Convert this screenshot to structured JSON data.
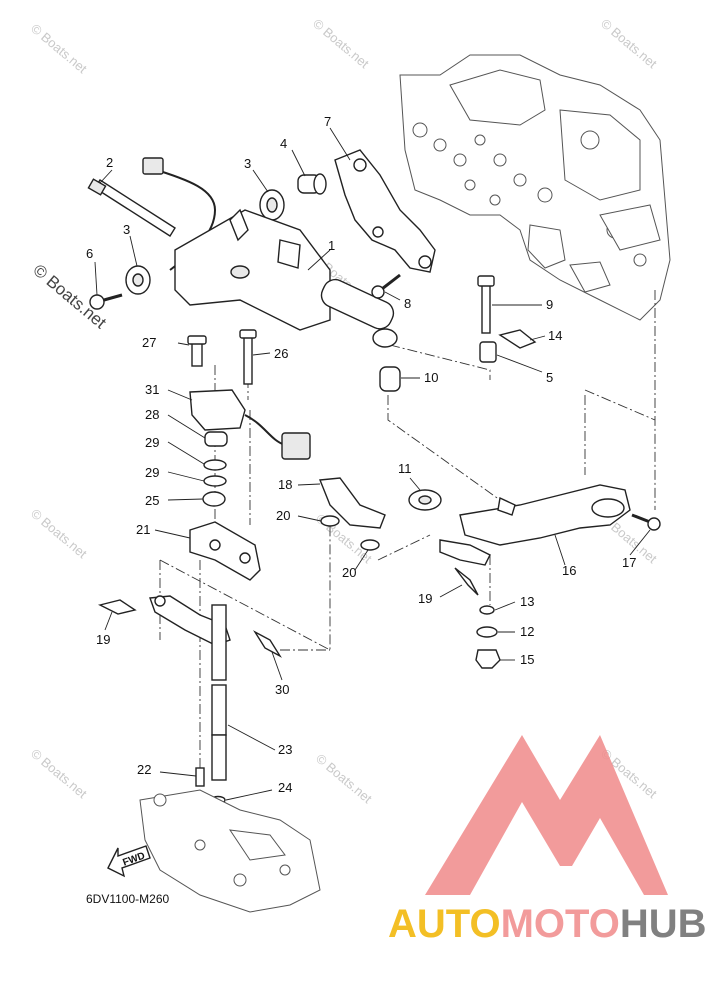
{
  "diagram": {
    "part_labels": [
      "1",
      "2",
      "3",
      "3",
      "4",
      "5",
      "6",
      "7",
      "8",
      "9",
      "10",
      "11",
      "12",
      "13",
      "14",
      "15",
      "16",
      "17",
      "18",
      "19",
      "19",
      "20",
      "20",
      "21",
      "22",
      "23",
      "24",
      "25",
      "26",
      "27",
      "28",
      "29",
      "29",
      "30",
      "31"
    ],
    "drawing_code": "6DV1100-M260",
    "fwd_label": "FWD"
  },
  "watermarks": {
    "small": "© Boats.net",
    "large": "© Boats.net"
  },
  "logo": {
    "part1": "AUTO",
    "part2": "MOTO",
    "part3": "HUB",
    "colors": {
      "auto": "#f2b400",
      "moto": "#f08a8a",
      "hub": "#6b6b6b",
      "triangle": "#f08a8a"
    }
  }
}
